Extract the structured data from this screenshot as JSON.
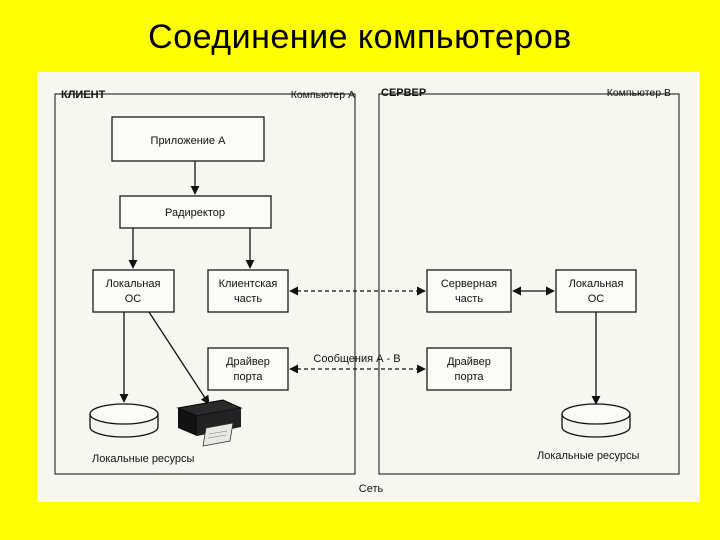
{
  "slide": {
    "title": "Соединение компьютеров"
  },
  "diagram": {
    "client_label": "КЛИЕНТ",
    "computer_a": "Компьютер А",
    "server_label": "СЕРВЕР",
    "computer_b": "Компьютер В",
    "app_a": "Приложение А",
    "redirector": "Радиректор",
    "local_os_left": [
      "Локальная",
      "ОС"
    ],
    "client_part": [
      "Клиентская",
      "часть"
    ],
    "server_part": [
      "Серверная",
      "часть"
    ],
    "local_os_right": [
      "Локальная",
      "ОС"
    ],
    "port_driver_left": [
      "Драйвер",
      "порта"
    ],
    "port_driver_right": [
      "Драйвер",
      "порта"
    ],
    "messages": "Сообщения А - В",
    "local_resources_left": "Локальные ресурсы",
    "local_resources_right": "Локальные ресурсы",
    "network": "Сеть"
  }
}
